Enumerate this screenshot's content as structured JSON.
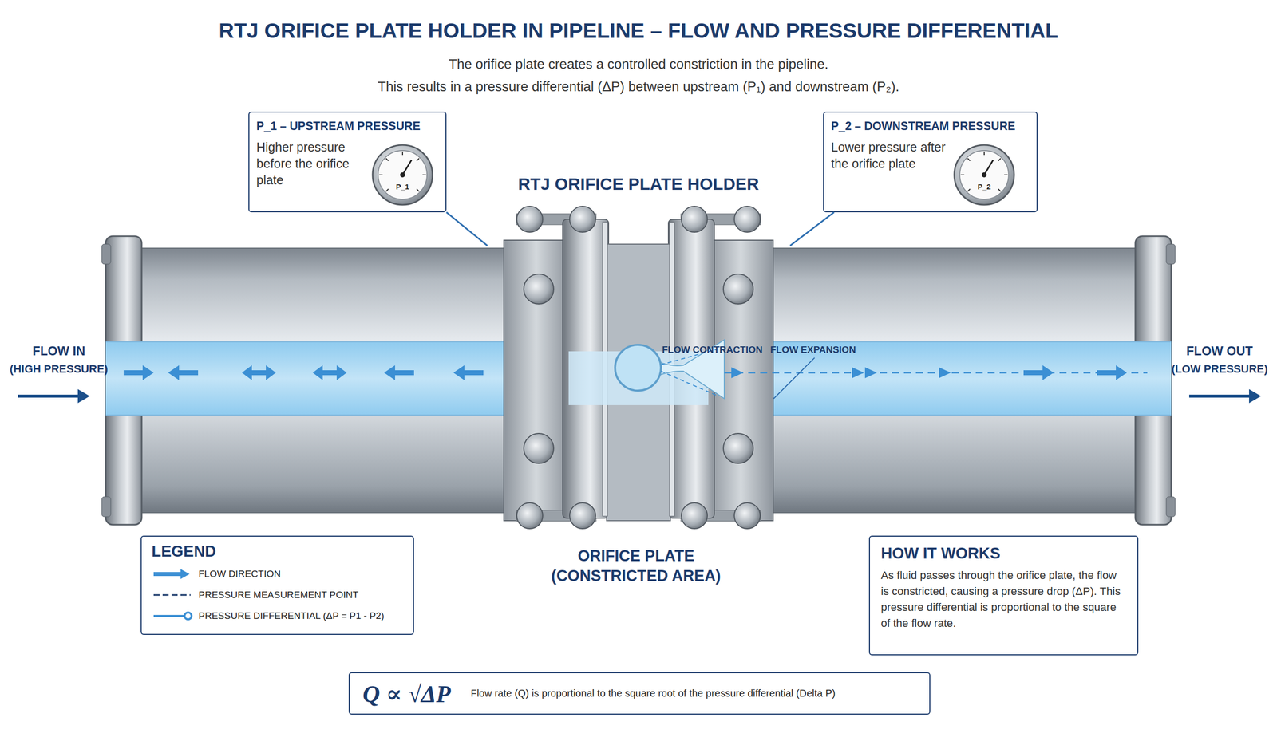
{
  "diagram": {
    "title": "RTJ ORIFICE PLATE HOLDER IN PIPELINE – FLOW AND PRESSURE DIFFERENTIAL",
    "nodes": [
      {
        "text": [
          "P_1 – UPSTREAM PRESSURE",
          "Higher pressure before the orifice plate"
        ]
      },
      {
        "text": [
          "P_2 – DOWNSTREAM PRESSURE",
          "Lower pressure after the orifice plate"
        ]
      },
      {
        "text": [
          "HOW IT WORKS",
          "As fluid passes through the orifice plate, the flow is constricted, causing a pressure drop (ΔP). This pressure differential is proportional to the square of the flow rate."
        ]
      },
      {
        "text": [
          "Q ∝ √ΔP",
          "Flow rate (Q) is proportional to the square root of the pressure differential (Delta P)"
        ]
      }
    ],
    "labels": [
      "The orifice plate creates a controlled constriction in the pipeline.",
      "This results in a pressure differential (ΔP) between upstream (P₁) and downstream (P₂).",
      "P_1",
      "P_2",
      "RTJ ORIFICE PLATE HOLDER",
      "FLOW IN",
      "(HIGH PRESSURE)",
      "FLOW OUT",
      "(LOW PRESSURE)",
      "FLOW CONTRACTION",
      "FLOW EXPANSION",
      "ORIFICE PLATE",
      "(CONSTRICTED AREA)",
      "LEGEND"
    ],
    "legend": [
      {
        "text": "FLOW DIRECTION"
      },
      {
        "text": "PRESSURE MEASUREMENT POINT"
      },
      {
        "text": "PRESSURE DIFFERENTIAL (ΔP = P1 - P2)"
      }
    ]
  }
}
